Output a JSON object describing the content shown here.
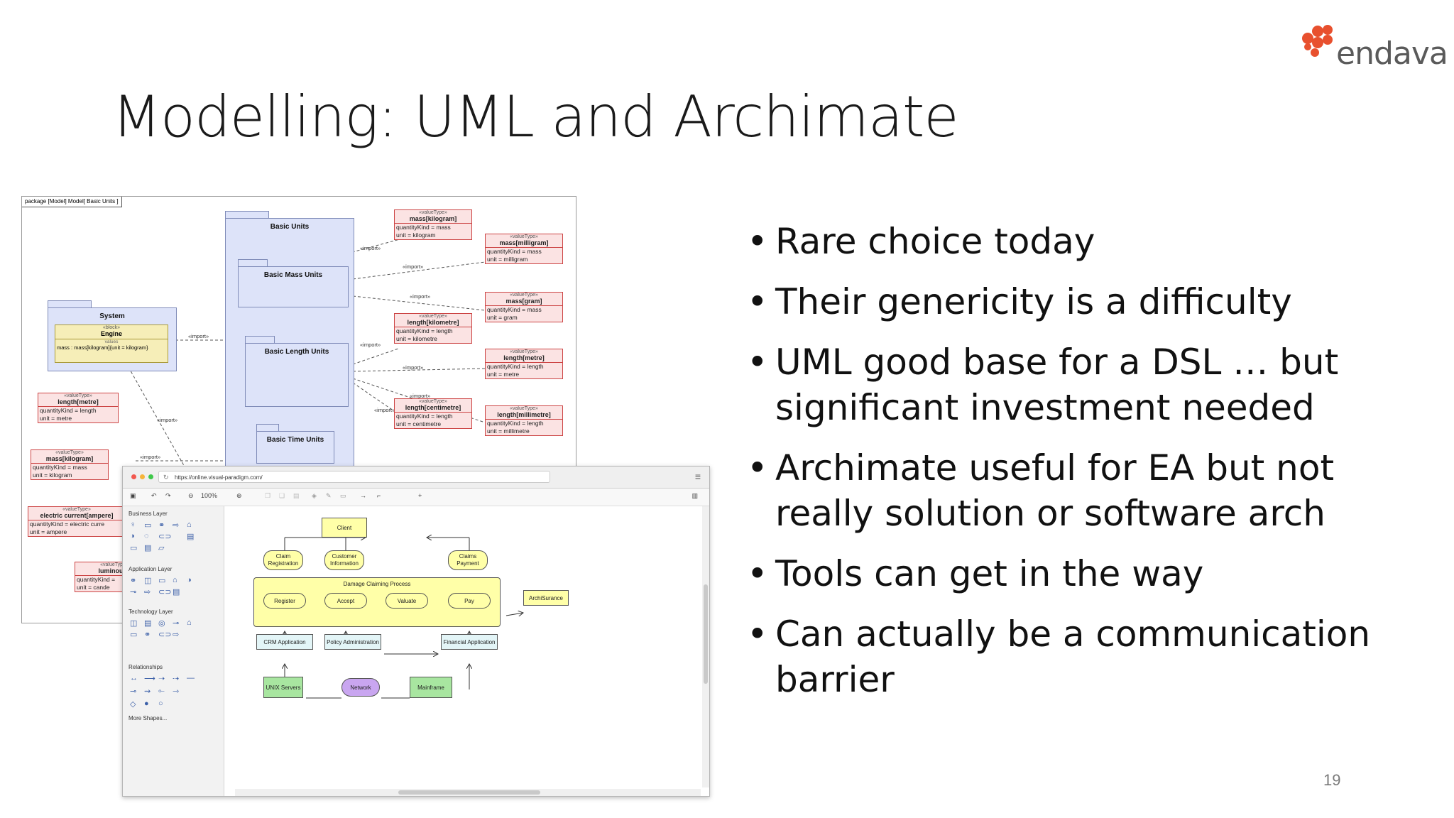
{
  "slide": {
    "title": "Modelling: UML and Archimate",
    "page_number": "19",
    "logo_text": "endava",
    "logo_color": "#e8502e",
    "bullets": [
      "Rare choice today",
      "Their genericity is a difficulty",
      "UML good base for a DSL … but significant investment needed",
      "Archimate useful for EA but not really solution or software arch",
      "Tools can get in the way",
      "Can actually be a communication barrier"
    ]
  },
  "uml": {
    "frame_label": "package [Model] Model[ Basic Units ]",
    "packages": {
      "basic_units": "Basic Units",
      "basic_mass_units": "Basic Mass Units",
      "basic_length_units": "Basic Length Units",
      "basic_time_units": "Basic Time Units",
      "system": "System"
    },
    "block": {
      "stereotype": "«block»",
      "name": "Engine",
      "values_label": "values",
      "value": "mass : mass[kilogram]{unit = kilogram}"
    },
    "import_label": "«import»",
    "value_types": [
      {
        "name": "mass[kilogram]",
        "l1": "quantityKind = mass",
        "l2": "unit = kilogram"
      },
      {
        "name": "mass[milligram]",
        "l1": "quantityKind = mass",
        "l2": "unit = milligram"
      },
      {
        "name": "mass[gram]",
        "l1": "quantityKind = mass",
        "l2": "unit = gram"
      },
      {
        "name": "length[kilometre]",
        "l1": "quantityKind = length",
        "l2": "unit = kilometre"
      },
      {
        "name": "length[metre]",
        "l1": "quantityKind = length",
        "l2": "unit = metre"
      },
      {
        "name": "length[millimetre]",
        "l1": "quantityKind = length",
        "l2": "unit = millimetre"
      },
      {
        "name": "length[centimetre]",
        "l1": "quantityKind = length",
        "l2": "unit = centimetre"
      },
      {
        "name": "length[metre]",
        "l1": "quantityKind = length",
        "l2": "unit = metre"
      },
      {
        "name": "mass[kilogram]",
        "l1": "quantityKind = mass",
        "l2": "unit = kilogram"
      },
      {
        "name": "electric current[ampere]",
        "l1": "quantityKind = electric curre",
        "l2": "unit = ampere"
      },
      {
        "name": "luminous i",
        "l1": "quantityKind =",
        "l2": "unit = cande"
      }
    ],
    "vt_stereotype": "«valueType»"
  },
  "browser": {
    "url": "https://online.visual-paradigm.com/",
    "zoom": "100%",
    "palette_sections": [
      "Business Layer",
      "Application Layer",
      "Technology Layer",
      "Relationships"
    ],
    "more_shapes": "More Shapes...",
    "diagram": {
      "client": "Client",
      "claim_registration": "Claim Registration",
      "customer_information": "Customer Information",
      "claims_payment": "Claims Payment",
      "process_group": "Damage Claiming Process",
      "register": "Register",
      "accept": "Accept",
      "valuate": "Valuate",
      "pay": "Pay",
      "archisurance": "ArchiSurance",
      "crm": "CRM Application",
      "policy": "Policy Administration",
      "financial": "Financial Application",
      "unix": "UNIX Servers",
      "network": "Network",
      "mainframe": "Mainframe"
    }
  }
}
